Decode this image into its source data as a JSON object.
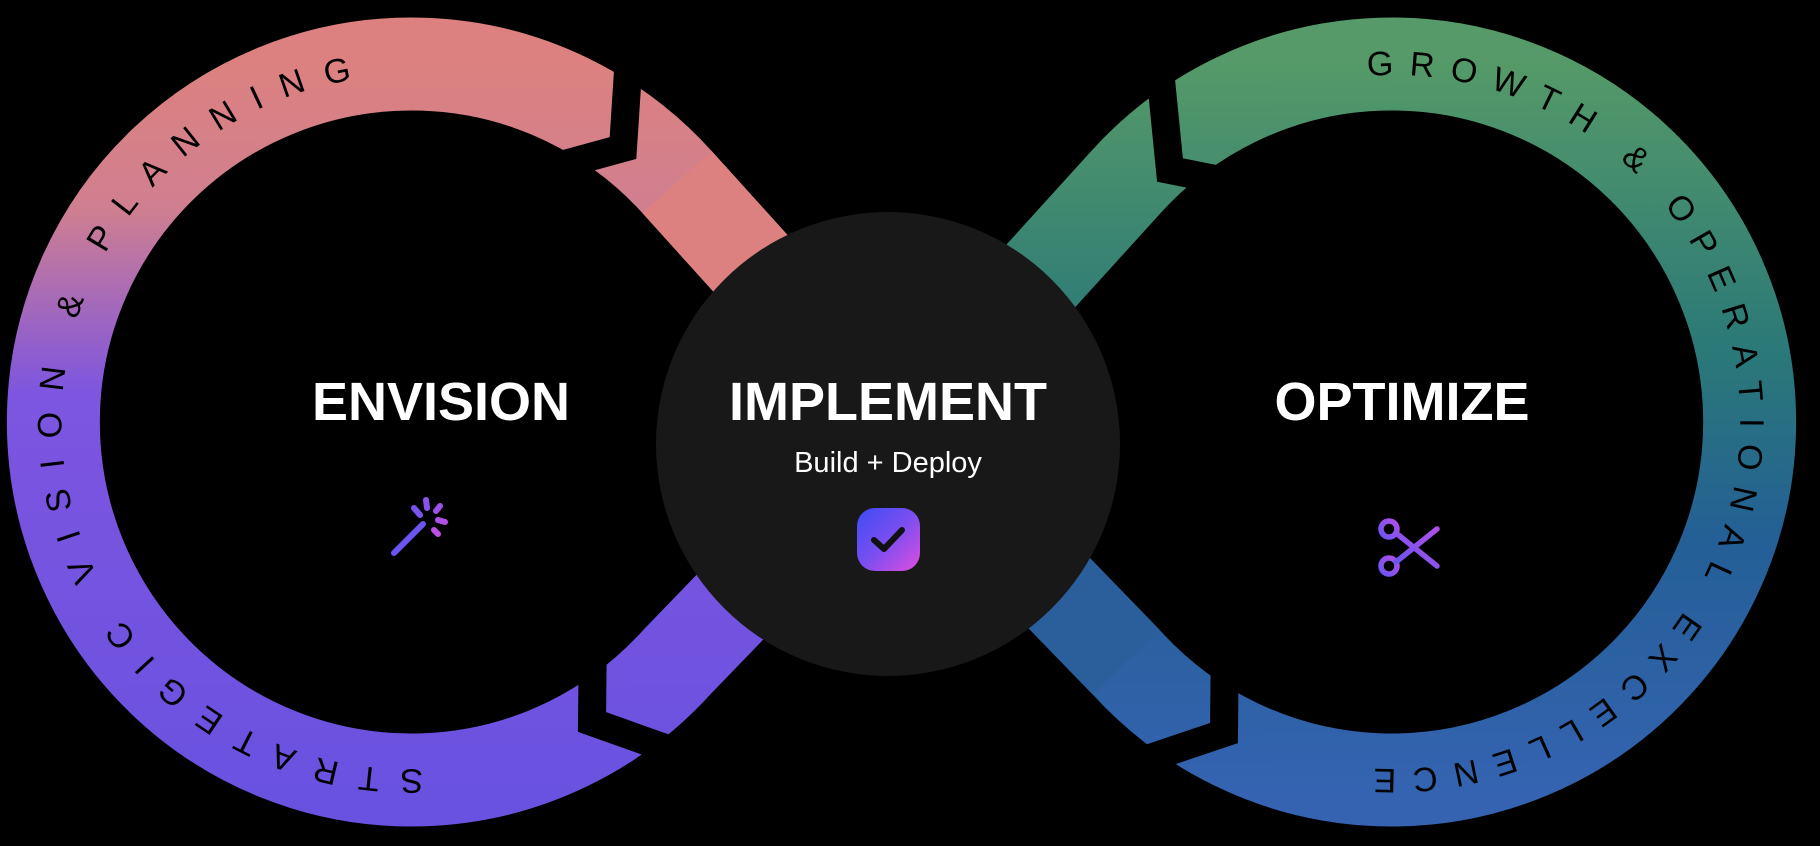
{
  "diagram": {
    "left_ring_label": "STRATEGIC VISION & PLANNING",
    "right_ring_label": "GROWTH & OPERATIONAL EXCELLENCE",
    "stages": [
      {
        "title": "ENVISION",
        "icon": "magic-wand-icon"
      },
      {
        "title": "IMPLEMENT",
        "subtitle": "Build + Deploy",
        "icon": "checkbox-icon"
      },
      {
        "title": "OPTIMIZE",
        "icon": "scissors-icon"
      }
    ],
    "colors": {
      "pink": "#dc817f",
      "purple": "#6b52e0",
      "green": "#4f9a6a",
      "teal": "#2a7878",
      "blue": "#3460b0",
      "center": "#181818"
    }
  }
}
